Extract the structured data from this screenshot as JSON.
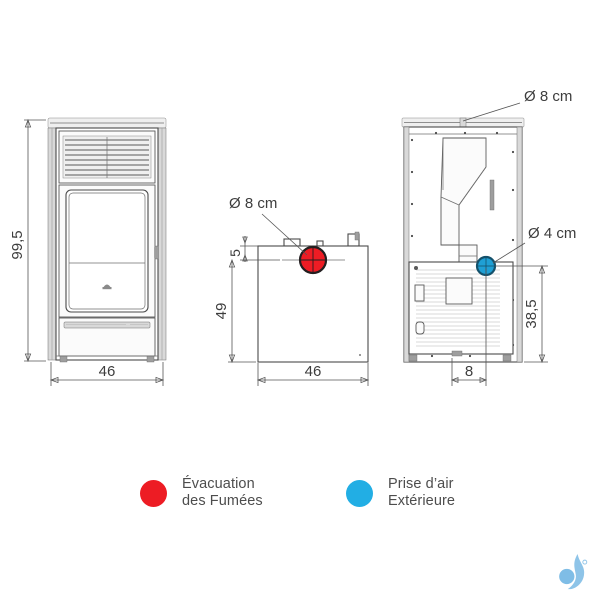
{
  "document": {
    "type": "technical-dimension-drawing",
    "subject": "pellet stove",
    "unit": "cm",
    "background": "#ffffff"
  },
  "views": {
    "front": {
      "name": "front-elevation",
      "height_dimension": "99,5",
      "width_dimension": "46"
    },
    "rear": {
      "name": "rear-elevation",
      "height_dimension": "49",
      "width_dimension": "46",
      "offset_dimension": "5",
      "flue_callout": "Ø 8 cm"
    },
    "side": {
      "name": "side-section",
      "height_dimension": "38,5",
      "width_dimension": "8",
      "flue_callout": "Ø 8 cm",
      "air_callout": "Ø 4 cm"
    }
  },
  "legend": {
    "items": [
      {
        "color": "#ed1c24",
        "label": "Évacuation\ndes Fumées",
        "icon": "red-dot-icon"
      },
      {
        "color": "#22aee4",
        "label": "Prise d’air\nExtérieure",
        "icon": "blue-dot-icon"
      }
    ]
  },
  "watermark": {
    "icon": "flame-droplet-logo",
    "color": "#8ec4e8"
  }
}
